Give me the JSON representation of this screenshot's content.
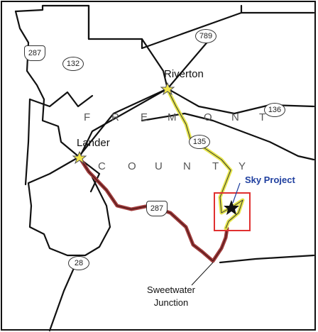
{
  "places": {
    "riverton": "Riverton",
    "lander": "Lander",
    "sweetwater_line1": "Sweetwater",
    "sweetwater_line2": "Junction"
  },
  "county": {
    "fremont_letters": [
      "F",
      "R",
      "E",
      "M",
      "O",
      "N",
      "T"
    ],
    "county_letters": [
      "C",
      "O",
      "U",
      "N",
      "T",
      "Y"
    ]
  },
  "project": {
    "label": "Sky Project"
  },
  "highways": {
    "h789": "789",
    "h287_west": "287",
    "h132": "132",
    "h136": "136",
    "h135": "135",
    "h287_south": "287",
    "h28": "28"
  },
  "colors": {
    "route_red": "#9e3a3a",
    "route_yellow": "#e6e64a",
    "project_box": "#e03030",
    "project_label": "#1f3f9f",
    "city_star": "#f2e64a"
  }
}
